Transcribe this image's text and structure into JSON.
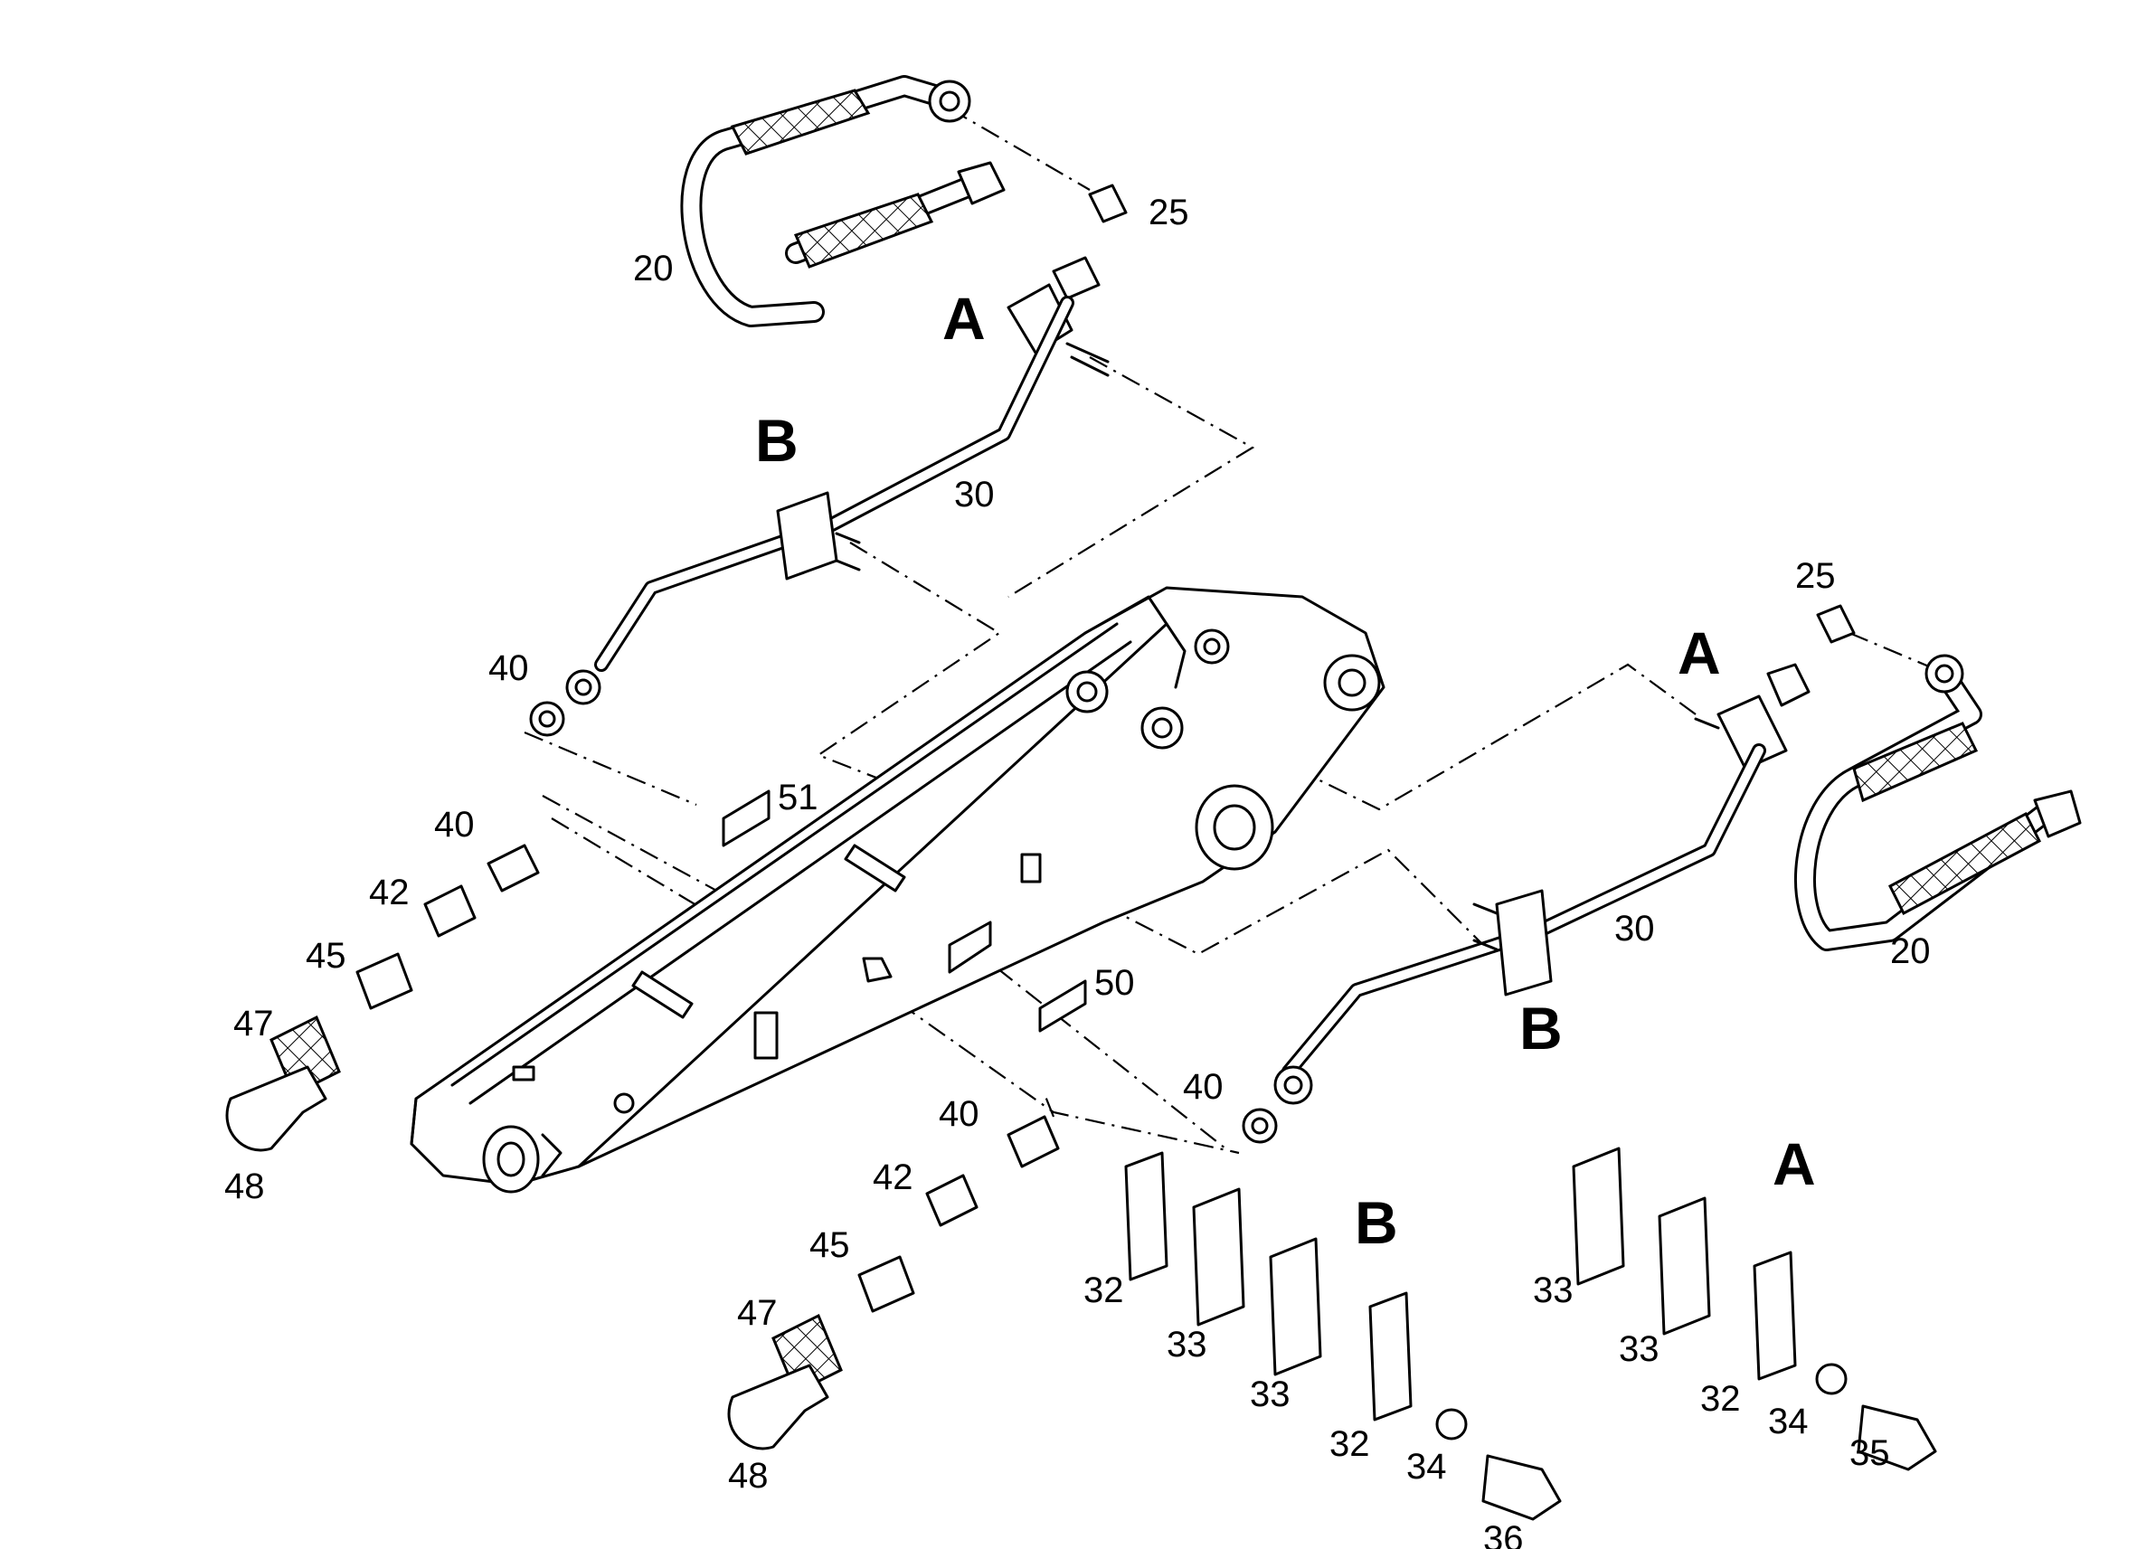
{
  "labels": {
    "p20_top": "20",
    "p25_top": "25",
    "pA_top": "A",
    "pB_top": "B",
    "p30_top": "30",
    "p40_top": "40",
    "p25_right": "25",
    "pA_right": "A",
    "p20_right": "20",
    "p30_right": "30",
    "pB_right": "B",
    "p40_right": "40",
    "p51": "51",
    "p50": "50",
    "p40_left": "40",
    "p42_left": "42",
    "p45_left": "45",
    "p47_left": "47",
    "p48_left": "48",
    "p40_bottom": "40",
    "p42_bottom": "42",
    "p45_bottom": "45",
    "p47_bottom": "47",
    "p48_bottom": "48",
    "pB_detail": "B",
    "pA_detail": "A",
    "p32_b1": "32",
    "p33_b1": "33",
    "p33_b2": "33",
    "p32_b2": "32",
    "p34_b": "34",
    "p36_b": "36",
    "p33_a1": "33",
    "p33_a2": "33",
    "p32_a": "32",
    "p34_a": "34",
    "p35_a": "35"
  }
}
